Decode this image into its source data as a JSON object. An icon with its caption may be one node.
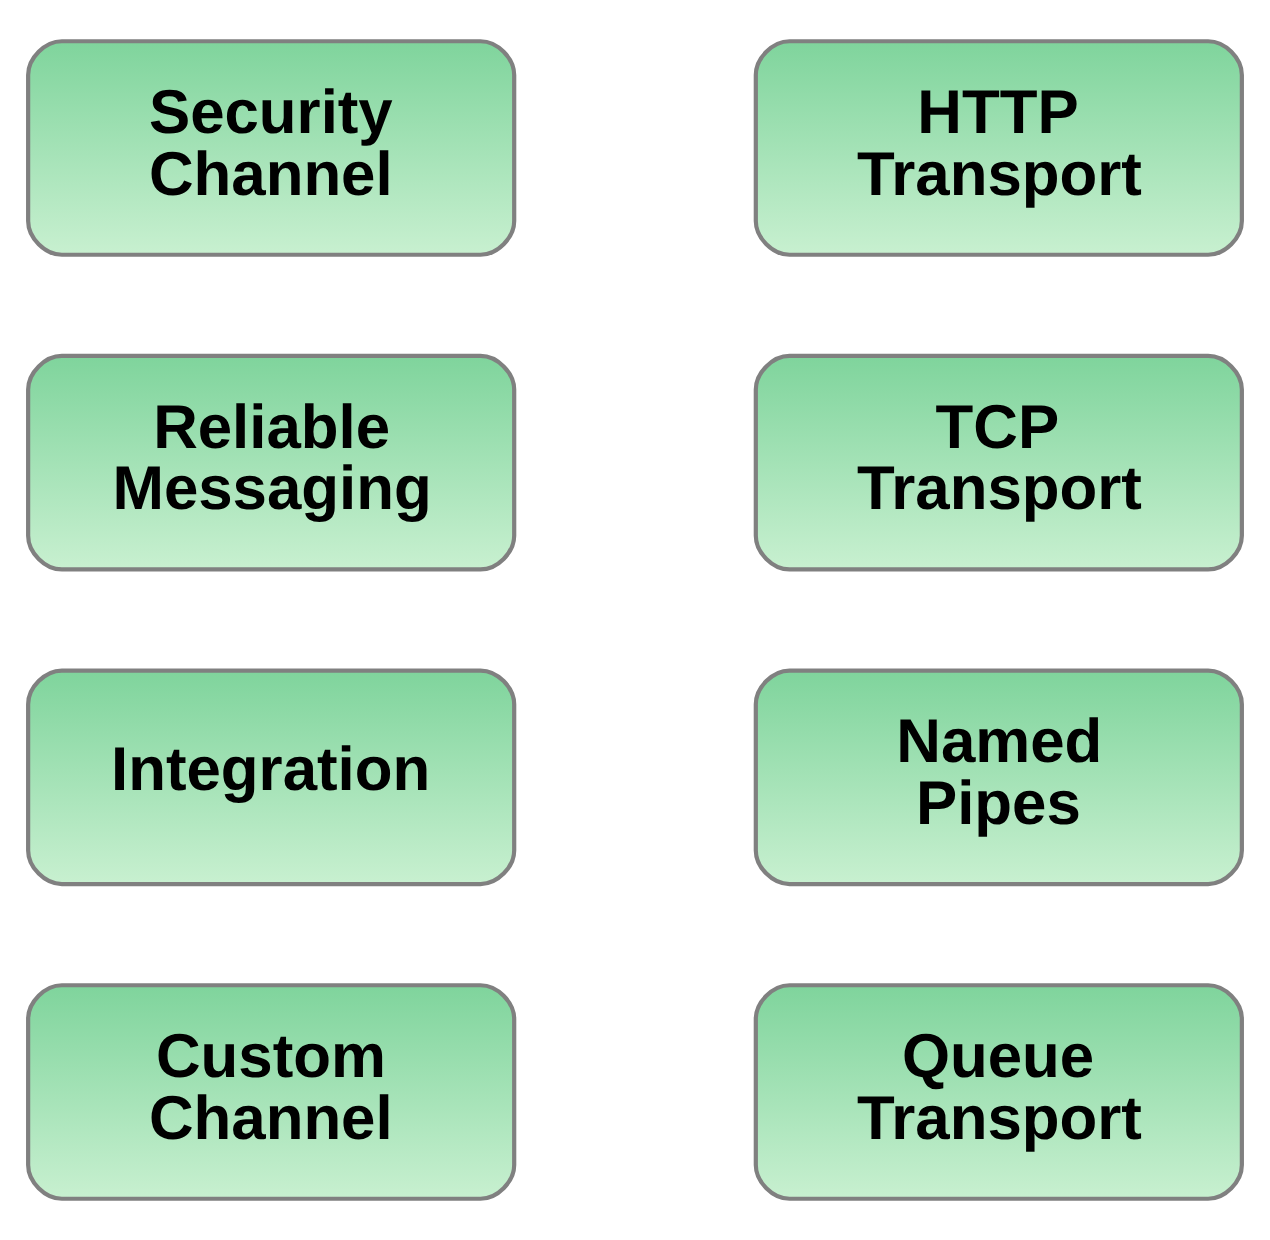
{
  "diagram": {
    "nodes": [
      {
        "text": [
          "Security Channel"
        ]
      },
      {
        "text": [
          "HTTP Transport"
        ]
      },
      {
        "text": [
          "Reliable Messaging"
        ]
      },
      {
        "text": [
          "TCP Transport"
        ]
      },
      {
        "text": [
          "Integration"
        ]
      },
      {
        "text": [
          "Named Pipes"
        ]
      },
      {
        "text": [
          "Custom Channel"
        ]
      },
      {
        "text": [
          "Queue Transport"
        ]
      }
    ]
  }
}
